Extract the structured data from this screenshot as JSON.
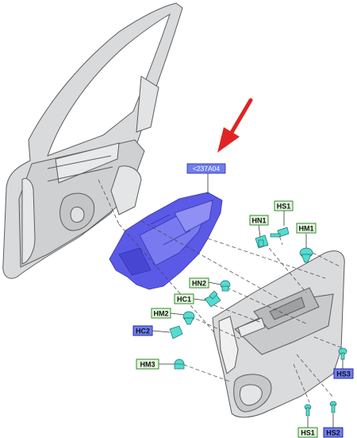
{
  "diagram": {
    "callout_part": "<237A04",
    "labels": {
      "HN1": "HN1",
      "HS1_top": "HS1",
      "HM1": "HM1",
      "HN2": "HN2",
      "HC1": "HC1",
      "HM2": "HM2",
      "HC2": "HC2",
      "HM3": "HM3",
      "HS3": "HS3",
      "HS1_bottom": "HS1",
      "HS2": "HS2"
    },
    "colors": {
      "highlight_part": "#5a5ae6",
      "label_green_fill": "#e4f7dc",
      "label_green_border": "#2e8b2e",
      "label_blue_fill": "#6f7ff0",
      "clip_cyan": "#54dcd0",
      "arrow_red": "#e02424",
      "door_gray": "#d9dadc",
      "line_gray": "#5c5c5c"
    }
  }
}
